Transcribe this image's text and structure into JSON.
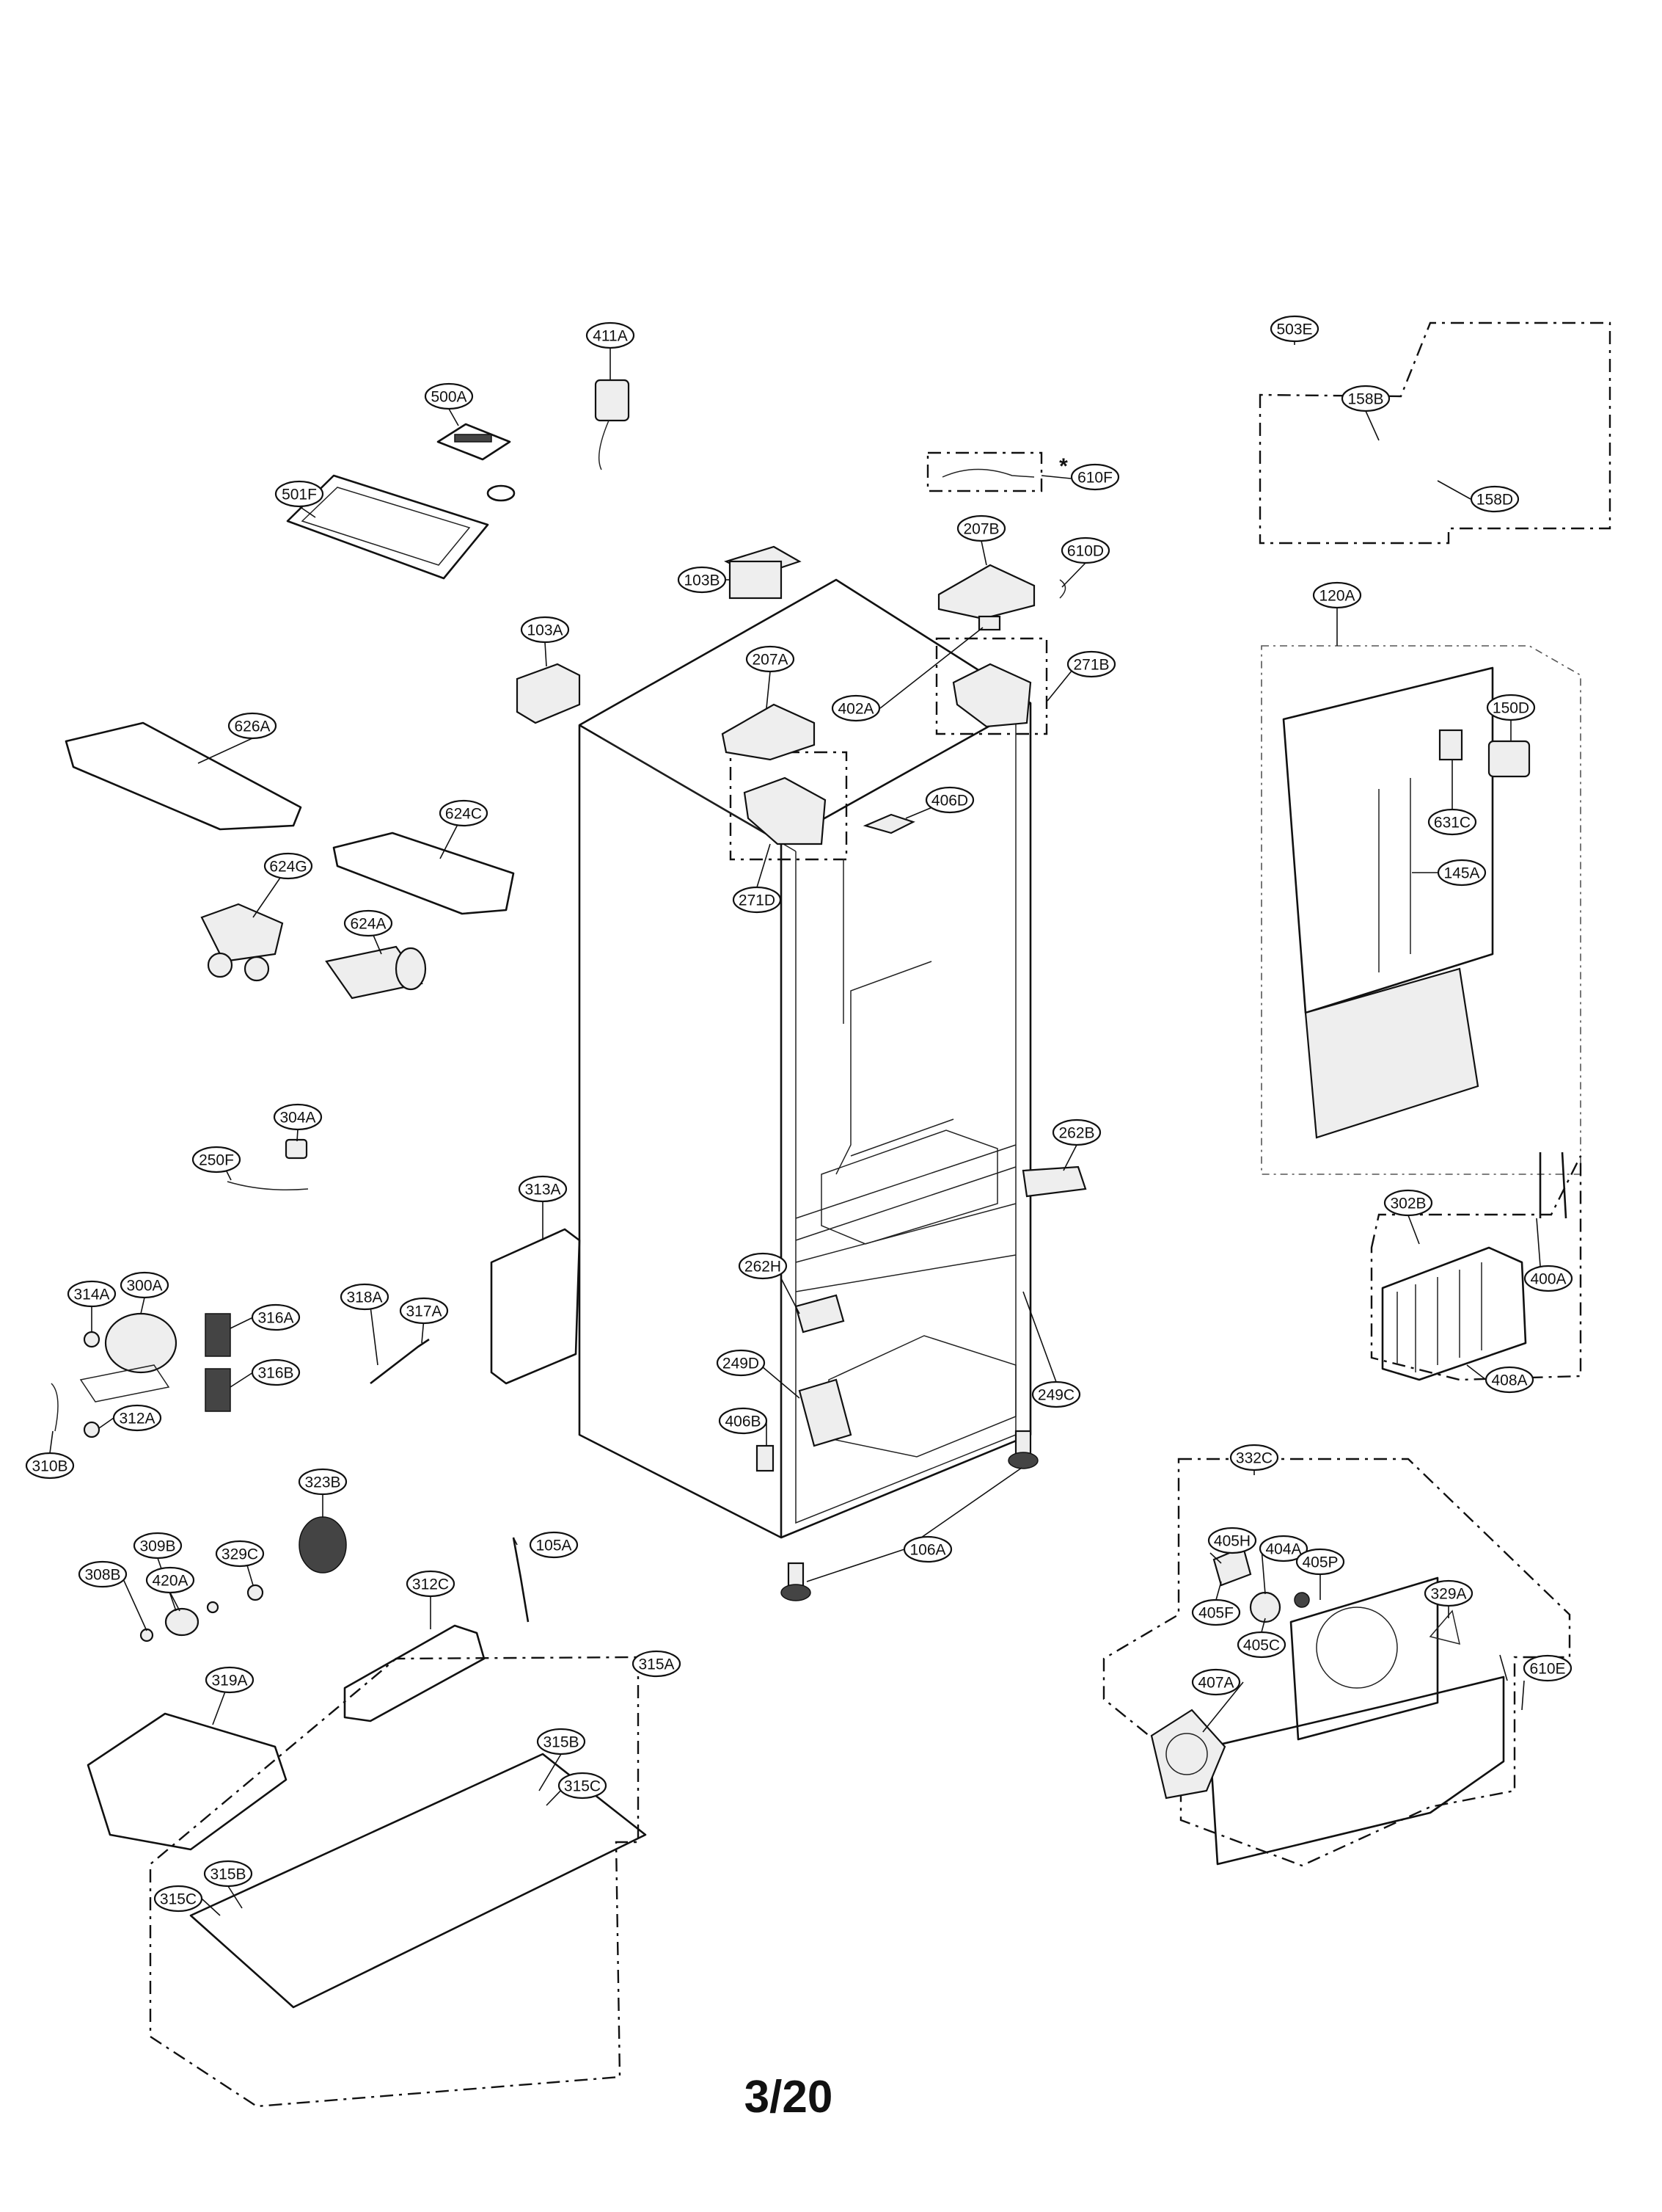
{
  "page": {
    "number": "3/20"
  },
  "markers": {
    "asterisk": "*"
  },
  "labels": [
    {
      "id": "411A",
      "text": "411A"
    },
    {
      "id": "500A",
      "text": "500A"
    },
    {
      "id": "501F",
      "text": "501F"
    },
    {
      "id": "610F",
      "text": "610F"
    },
    {
      "id": "503E",
      "text": "503E"
    },
    {
      "id": "158B",
      "text": "158B"
    },
    {
      "id": "158D",
      "text": "158D"
    },
    {
      "id": "103B",
      "text": "103B"
    },
    {
      "id": "207B",
      "text": "207B"
    },
    {
      "id": "610D",
      "text": "610D"
    },
    {
      "id": "103A",
      "text": "103A"
    },
    {
      "id": "207A",
      "text": "207A"
    },
    {
      "id": "402A",
      "text": "402A"
    },
    {
      "id": "271B",
      "text": "271B"
    },
    {
      "id": "120A",
      "text": "120A"
    },
    {
      "id": "626A",
      "text": "626A"
    },
    {
      "id": "150D",
      "text": "150D"
    },
    {
      "id": "406D",
      "text": "406D"
    },
    {
      "id": "624C",
      "text": "624C"
    },
    {
      "id": "631C",
      "text": "631C"
    },
    {
      "id": "624G",
      "text": "624G"
    },
    {
      "id": "271D",
      "text": "271D"
    },
    {
      "id": "145A",
      "text": "145A"
    },
    {
      "id": "624A",
      "text": "624A"
    },
    {
      "id": "304A",
      "text": "304A"
    },
    {
      "id": "262B",
      "text": "262B"
    },
    {
      "id": "250F",
      "text": "250F"
    },
    {
      "id": "313A",
      "text": "313A"
    },
    {
      "id": "302B",
      "text": "302B"
    },
    {
      "id": "262H",
      "text": "262H"
    },
    {
      "id": "400A",
      "text": "400A"
    },
    {
      "id": "314A",
      "text": "314A"
    },
    {
      "id": "300A",
      "text": "300A"
    },
    {
      "id": "318A",
      "text": "318A"
    },
    {
      "id": "316A",
      "text": "316A"
    },
    {
      "id": "317A",
      "text": "317A"
    },
    {
      "id": "249D",
      "text": "249D"
    },
    {
      "id": "316B",
      "text": "316B"
    },
    {
      "id": "312A",
      "text": "312A"
    },
    {
      "id": "249C",
      "text": "249C"
    },
    {
      "id": "408A",
      "text": "408A"
    },
    {
      "id": "310B",
      "text": "310B"
    },
    {
      "id": "406B",
      "text": "406B"
    },
    {
      "id": "332C",
      "text": "332C"
    },
    {
      "id": "323B",
      "text": "323B"
    },
    {
      "id": "405H",
      "text": "405H"
    },
    {
      "id": "309B",
      "text": "309B"
    },
    {
      "id": "105A",
      "text": "105A"
    },
    {
      "id": "404A",
      "text": "404A"
    },
    {
      "id": "329C",
      "text": "329C"
    },
    {
      "id": "106A",
      "text": "106A"
    },
    {
      "id": "308B",
      "text": "308B"
    },
    {
      "id": "420A",
      "text": "420A"
    },
    {
      "id": "405P",
      "text": "405P"
    },
    {
      "id": "312C",
      "text": "312C"
    },
    {
      "id": "405F",
      "text": "405F"
    },
    {
      "id": "329A",
      "text": "329A"
    },
    {
      "id": "405C",
      "text": "405C"
    },
    {
      "id": "319A",
      "text": "319A"
    },
    {
      "id": "315A",
      "text": "315A"
    },
    {
      "id": "407A",
      "text": "407A"
    },
    {
      "id": "610E",
      "text": "610E"
    },
    {
      "id": "315B",
      "text": "315B"
    },
    {
      "id": "315C",
      "text": "315C"
    },
    {
      "id": "315B_2",
      "text": "315B"
    },
    {
      "id": "315C_2",
      "text": "315C"
    }
  ]
}
